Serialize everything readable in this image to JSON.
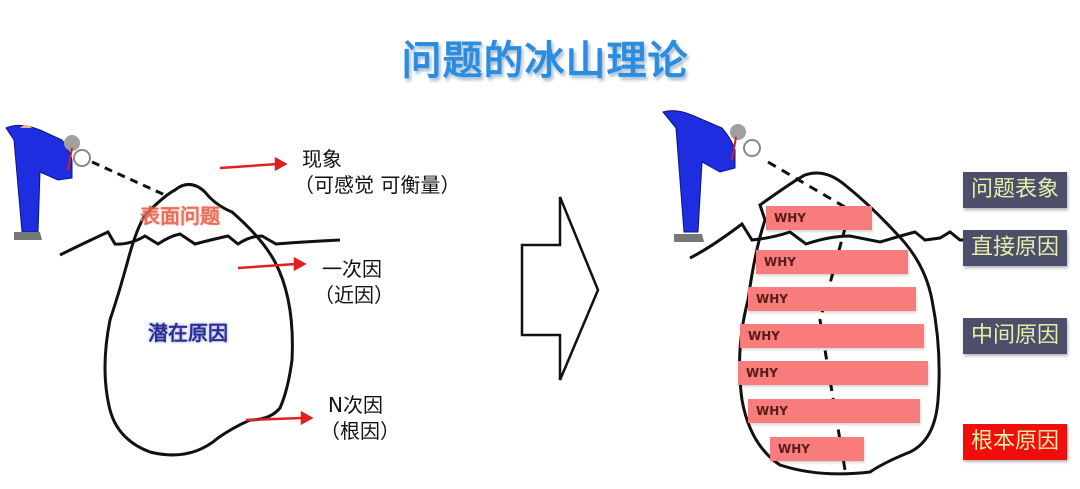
{
  "title": "问题的冰山理论",
  "left_diagram": {
    "surface_label": "表面问题",
    "latent_label": "潜在原因",
    "annotations": [
      {
        "line1": "现象",
        "line2": "（可感觉 可衡量）"
      },
      {
        "line1": "一次因",
        "line2": "（近因）"
      },
      {
        "line1": "N次因",
        "line2": "（根因）"
      }
    ]
  },
  "right_diagram": {
    "why_bars": [
      "WHY",
      "WHY",
      "WHY",
      "WHY",
      "WHY",
      "WHY",
      "WHY"
    ],
    "level_tags": [
      {
        "label": "问题表象",
        "color": "#4b4f6a"
      },
      {
        "label": "直接原因",
        "color": "#4b4f6a"
      },
      {
        "label": "中间原因",
        "color": "#4b4f6a"
      },
      {
        "label": "根本原因",
        "color": "#f20d0d"
      }
    ]
  },
  "colors": {
    "title": "#2a8de0",
    "arrow": "#e02020",
    "why_bar": "#f87c7c",
    "tag_dark": "#4b4f6a",
    "tag_red": "#f20d0d",
    "tag_text": "#e8eeaa"
  }
}
